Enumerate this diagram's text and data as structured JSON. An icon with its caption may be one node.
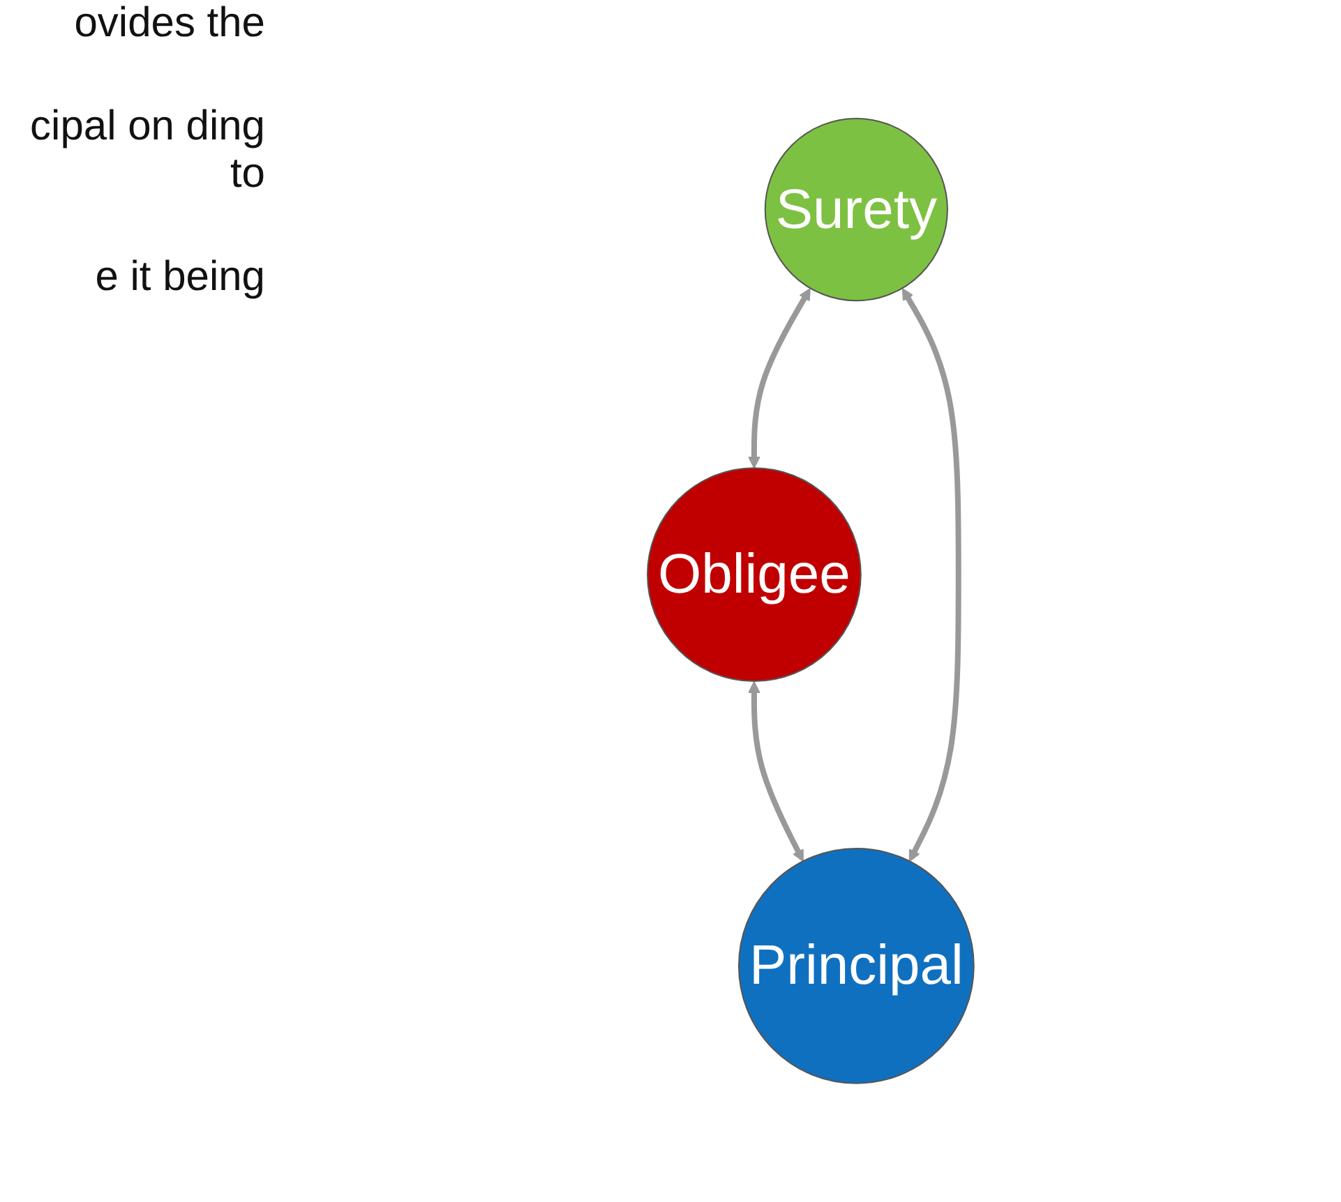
{
  "diagram": {
    "nodes": [
      {
        "text": [
          "Obligee"
        ]
      },
      {
        "text": [
          "Surety"
        ]
      },
      {
        "text": [
          "Principal"
        ]
      }
    ],
    "edges": [
      {
        "from": 1,
        "to": 0,
        "arrow": "both"
      },
      {
        "from": 0,
        "to": 2,
        "arrow": "both"
      },
      {
        "from": 1,
        "to": 2,
        "arrow": "both"
      }
    ],
    "labels": [
      "ovides the",
      "cipal on ding to",
      "e it being"
    ]
  }
}
